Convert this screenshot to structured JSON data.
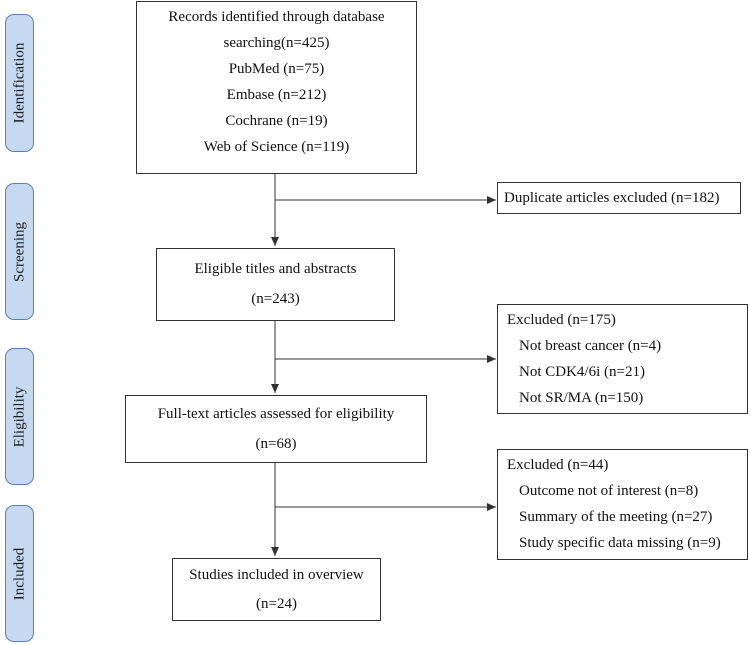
{
  "phases": {
    "identification": "Identification",
    "screening": "Screening",
    "eligibility": "Eligibility",
    "included": "Included"
  },
  "records_box": {
    "lines": [
      "Records identified through database",
      "searching(n=425)",
      "PubMed (n=75)",
      "Embase (n=212)",
      "Cochrane (n=19)",
      "Web of Science (n=119)"
    ]
  },
  "duplicates_box": {
    "text": "Duplicate articles excluded (n=182)"
  },
  "screening_box": {
    "lines": [
      "Eligible titles and abstracts",
      "(n=243)"
    ]
  },
  "excluded_1": {
    "title": "Excluded (n=175)",
    "items": [
      "Not breast cancer (n=4)",
      "Not CDK4/6i (n=21)",
      "Not SR/MA (n=150)"
    ]
  },
  "fulltext_box": {
    "lines": [
      "Full-text articles assessed for eligibility",
      "(n=68)"
    ]
  },
  "excluded_2": {
    "title": "Excluded (n=44)",
    "items": [
      "Outcome not of interest (n=8)",
      "Summary of the meeting (n=27)",
      "Study specific data missing (n=9)"
    ]
  },
  "included_box": {
    "lines": [
      "Studies included in overview",
      "(n=24)"
    ]
  },
  "colors": {
    "phase_fill": "#c7d9f0",
    "phase_border": "#5b80b3",
    "line": "#333333"
  }
}
